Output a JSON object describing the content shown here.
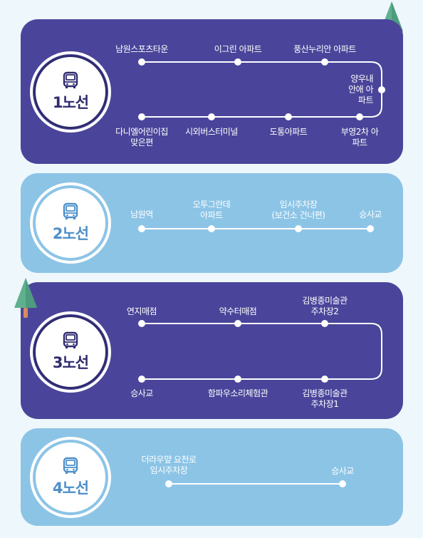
{
  "lines": [
    {
      "name": "1노선",
      "stops": [
        "남원스포츠타운",
        "이그린 아파트",
        "풍산누리안 아파트",
        "양우내안애 아파트",
        "부영2차 아파트",
        "도통아파트",
        "시외버스터미널",
        "다니엘어린이집\n맞은편"
      ]
    },
    {
      "name": "2노선",
      "stops": [
        "남원역",
        "오투그란데\n아파트",
        "임시주차장\n(보건소 건너편)",
        "승사교"
      ]
    },
    {
      "name": "3노선",
      "stops": [
        "연지매점",
        "약수터매점",
        "김병종미술관\n주차장2",
        "김병종미술관\n주차장1",
        "함파우소리체험관",
        "승사교"
      ]
    },
    {
      "name": "4노선",
      "stops": [
        "더라우얖 요천로\n임시주차장",
        "승사교"
      ]
    }
  ],
  "colors": {
    "dark_card": "#4a459a",
    "light_card": "#8cc4e6",
    "background": "#eef7fc",
    "tree_green": "#5fb08f",
    "tree_trunk": "#d98b5f"
  },
  "icons": [
    "bus-icon",
    "tree-icon"
  ]
}
